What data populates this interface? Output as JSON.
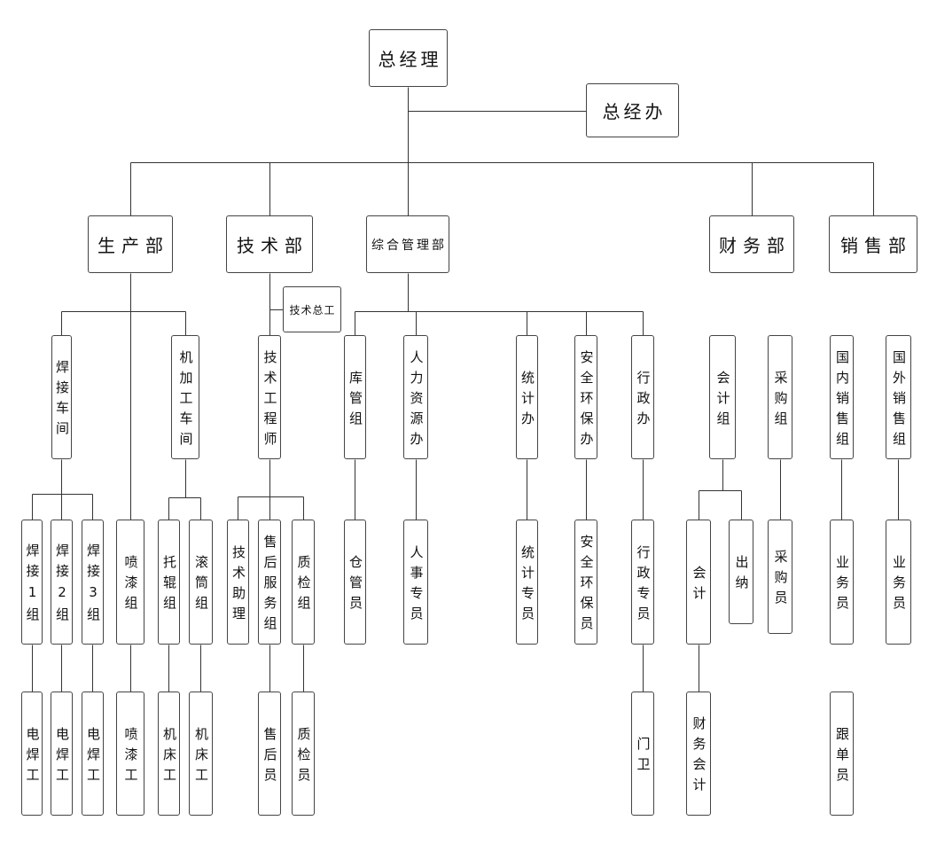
{
  "org": {
    "name": "总经理",
    "assistant": {
      "name": "总经办"
    },
    "children": [
      {
        "name": "生产部",
        "children": [
          {
            "name": "焊接车间",
            "children": [
              {
                "name": "焊接1组",
                "children": [
                  {
                    "name": "电焊工"
                  }
                ]
              },
              {
                "name": "焊接2组",
                "children": [
                  {
                    "name": "电焊工"
                  }
                ]
              },
              {
                "name": "焊接3组",
                "children": [
                  {
                    "name": "电焊工"
                  }
                ]
              }
            ]
          },
          {
            "name": "喷漆组",
            "children": [
              {
                "name": "喷漆工"
              }
            ]
          },
          {
            "name": "机加工车间",
            "children": [
              {
                "name": "托辊组",
                "children": [
                  {
                    "name": "机床工"
                  }
                ]
              },
              {
                "name": "滚筒组",
                "children": [
                  {
                    "name": "机床工"
                  }
                ]
              }
            ]
          }
        ]
      },
      {
        "name": "技术部",
        "assistant": {
          "name": "技术总工"
        },
        "children": [
          {
            "name": "技术工程师",
            "children": [
              {
                "name": "技术助理"
              },
              {
                "name": "售后服务组",
                "children": [
                  {
                    "name": "售后员"
                  }
                ]
              },
              {
                "name": "质检组",
                "children": [
                  {
                    "name": "质检员"
                  }
                ]
              }
            ]
          }
        ]
      },
      {
        "name": "综合管理部",
        "children": [
          {
            "name": "库管组",
            "children": [
              {
                "name": "仓管员"
              }
            ]
          },
          {
            "name": "人力资源办",
            "children": [
              {
                "name": "人事专员"
              }
            ]
          },
          {
            "name": "统计办",
            "children": [
              {
                "name": "统计专员"
              }
            ]
          },
          {
            "name": "安全环保办",
            "children": [
              {
                "name": "安全环保员"
              }
            ]
          },
          {
            "name": "行政办",
            "children": [
              {
                "name": "行政专员",
                "children": [
                  {
                    "name": "门卫"
                  }
                ]
              }
            ]
          }
        ]
      },
      {
        "name": "财务部",
        "children": [
          {
            "name": "会计组",
            "children": [
              {
                "name": "会计",
                "children": [
                  {
                    "name": "财务会计"
                  }
                ]
              },
              {
                "name": "出纳"
              }
            ]
          },
          {
            "name": "采购组",
            "children": [
              {
                "name": "采购员"
              }
            ]
          }
        ]
      },
      {
        "name": "销售部",
        "children": [
          {
            "name": "国内销售组",
            "children": [
              {
                "name": "业务员",
                "children": [
                  {
                    "name": "跟单员"
                  }
                ]
              }
            ]
          },
          {
            "name": "国外销售组",
            "children": [
              {
                "name": "业务员"
              }
            ]
          }
        ]
      }
    ]
  }
}
